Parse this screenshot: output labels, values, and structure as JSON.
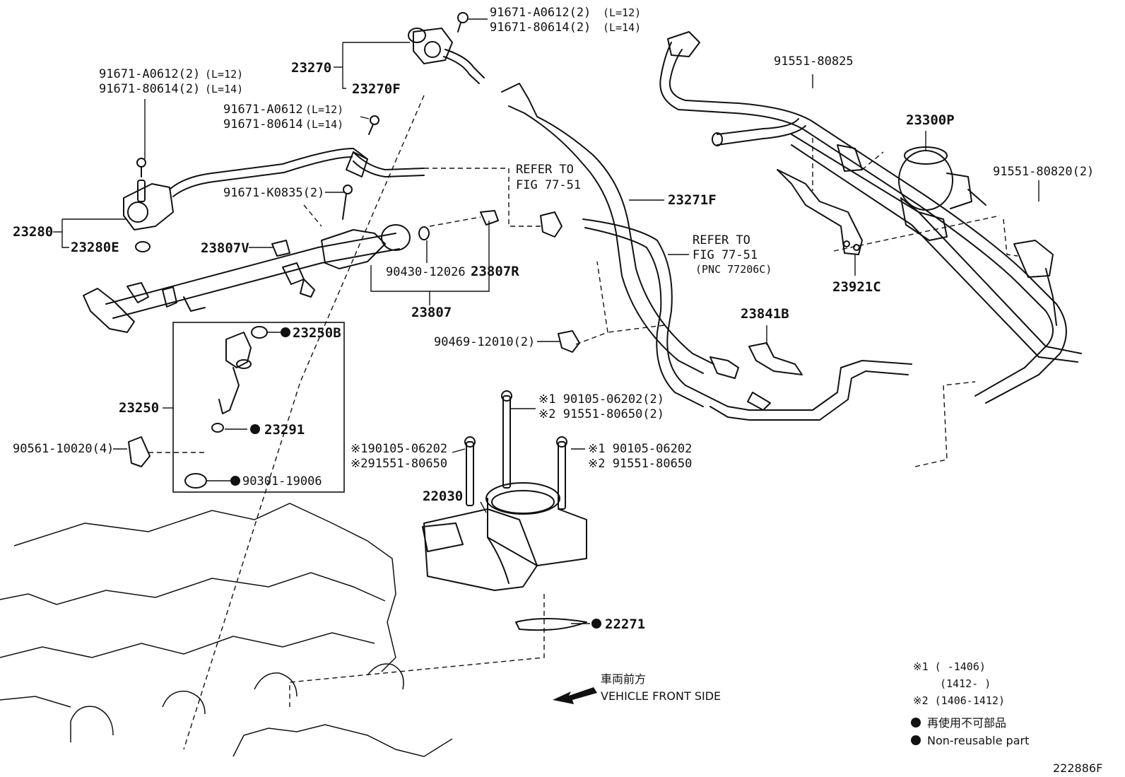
{
  "labels": {
    "p23270": "23270",
    "p23270f": "23270F",
    "bolt_top_1": "91671-A0612(2)",
    "bolt_top_1_len": "(L=12)",
    "bolt_top_2": "91671-80614(2)",
    "bolt_top_2_len": "(L=14)",
    "bolt_left_1": "91671-A0612(2)",
    "bolt_left_1_len": "(L=12)",
    "bolt_left_2": "91671-80614(2)",
    "bolt_left_2_len": "(L=14)",
    "bolt_mid_1": "91671-A0612",
    "bolt_mid_1_len": "(L=12)",
    "bolt_mid_2": "91671-80614",
    "bolt_mid_2_len": "(L=14)",
    "bolt_k0835": "91671-K0835(2)",
    "p23280": "23280",
    "p23280e": "23280E",
    "p23807v": "23807V",
    "p90430": "90430-12026",
    "p23807r": "23807R",
    "p23807": "23807",
    "refer1_a": "REFER TO",
    "refer1_b": "FIG 77-51",
    "p23271f": "23271F",
    "refer2_a": "REFER TO",
    "refer2_b": "FIG 77-51",
    "refer2_c": "(PNC 77206C)",
    "p91551_80825": "91551-80825",
    "p23300p": "23300P",
    "p91551_80820": "91551-80820(2)",
    "p23921c": "23921C",
    "p23841b": "23841B",
    "p90469": "90469-12010(2)",
    "p23250b": "23250B",
    "p23250": "23250",
    "p23291": "23291",
    "p90561": "90561-10020(4)",
    "p90301": "90301-19006",
    "tb_top_1": "※1 90105-06202(2)",
    "tb_top_2": "※2 91551-80650(2)",
    "tb_left_1": "※190105-06202",
    "tb_left_2": "※291551-80650",
    "tb_right_1": "※1 90105-06202",
    "tb_right_2": "※2 91551-80650",
    "p22030": "22030",
    "p22271": "22271"
  },
  "direction": {
    "jp": "車両前方",
    "en": "VEHICLE FRONT SIDE"
  },
  "legend": {
    "note1_a": "※1 (      -1406)",
    "note1_b": "(1412-       )",
    "note2": "※2 (1406-1412)",
    "bullet_jp": "再使用不可部品",
    "bullet_en": "Non-reusable part"
  },
  "figure_id": "222886F"
}
